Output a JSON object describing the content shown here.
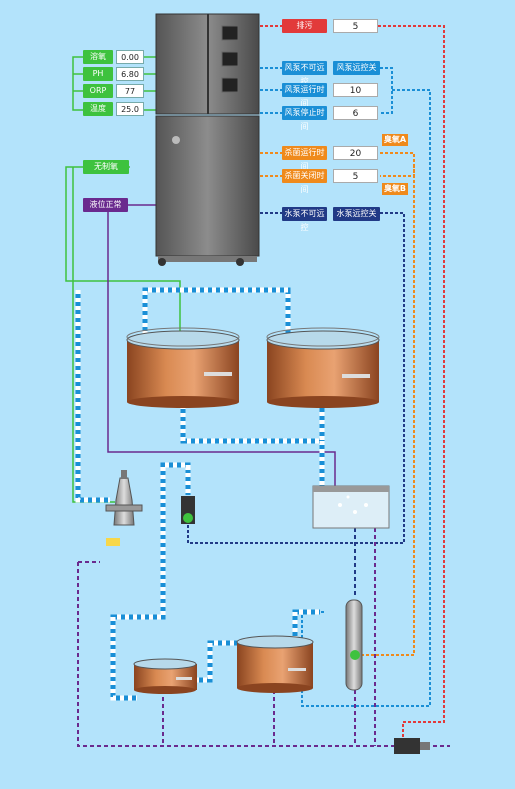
{
  "sensors": [
    {
      "label": "溶氧",
      "value": "0.00"
    },
    {
      "label": "PH",
      "value": "6.80"
    },
    {
      "label": "ORP",
      "value": "77"
    },
    {
      "label": "温度",
      "value": "25.0"
    }
  ],
  "left_labels": {
    "no_ozone": "无制氧",
    "level_normal": "液位正常"
  },
  "drain": {
    "label": "排污",
    "value": "5"
  },
  "fan": {
    "remote_label": "风泵不可远控",
    "remote_state": "风泵远控关",
    "run_label": "风泵运行时间",
    "run_value": "10",
    "stop_label": "风泵停止时间",
    "stop_value": "6"
  },
  "sterilizer": {
    "run_label": "杀菌运行时间",
    "run_value": "20",
    "off_label": "杀菌关闭时间",
    "off_value": "5",
    "ozone_a": "臭氧A",
    "ozone_b": "臭氧B"
  },
  "water_pump": {
    "remote_label": "水泵不可远控",
    "remote_state": "水泵远控关"
  },
  "colors": {
    "background": "#b3e3fb",
    "green": "#3ec23e",
    "blue": "#1a8fd6",
    "orange": "#ef8a1c",
    "red": "#e23a3a",
    "navy": "#213a86",
    "purple": "#6a2a8e",
    "tank": "#c8723a"
  }
}
